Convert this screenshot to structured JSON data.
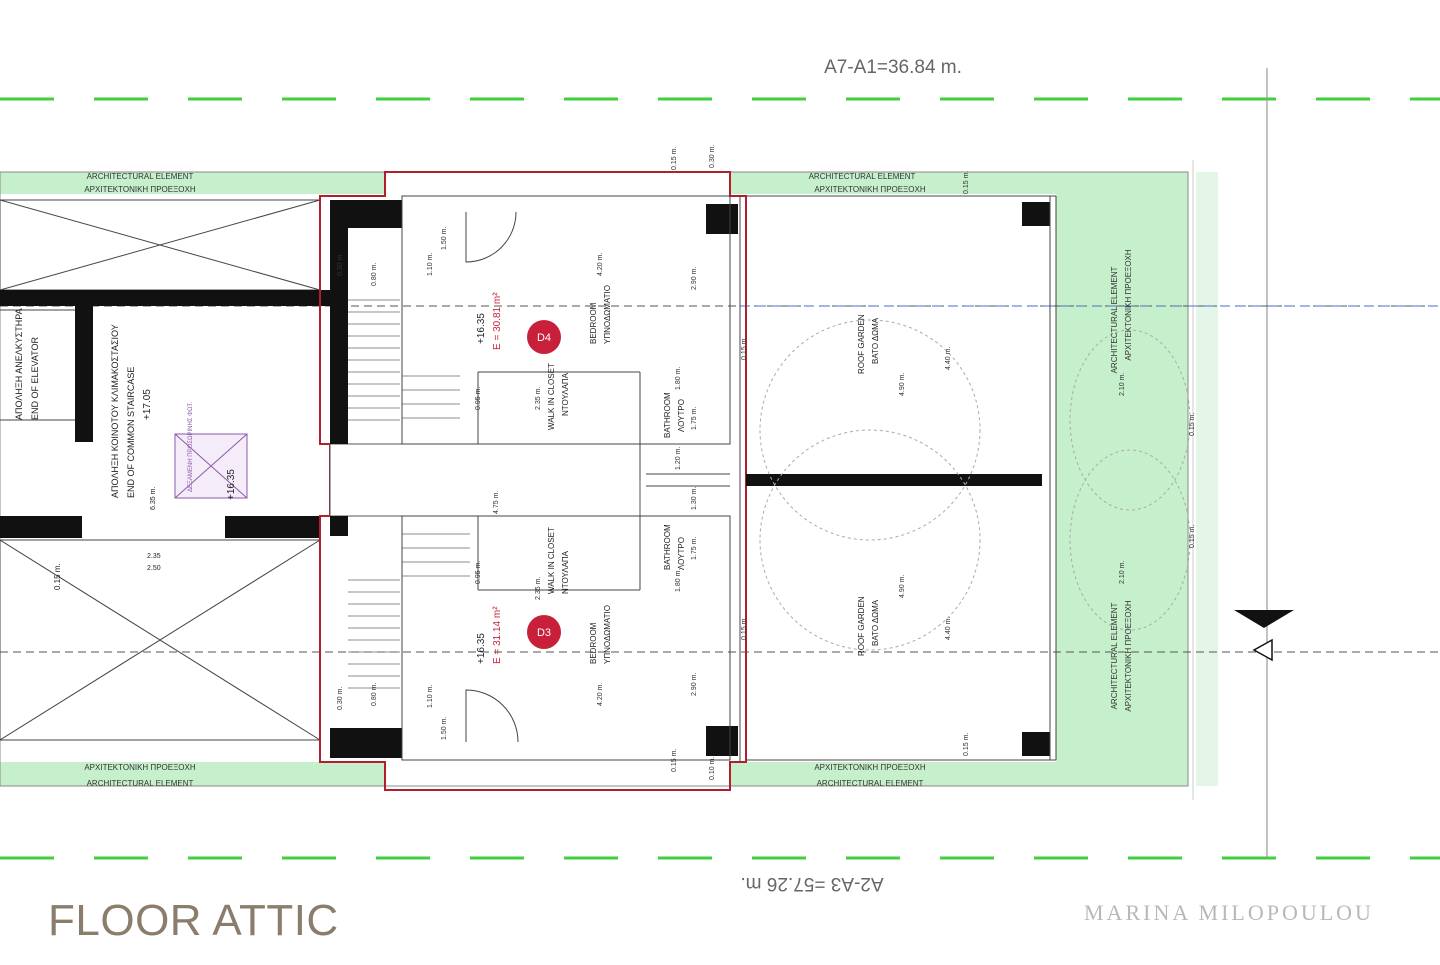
{
  "plan": {
    "title": "FLOOR ATTIC",
    "brand": "MARINA MILOPOULOU",
    "top_dimension": "A7-A1=36.84 m.",
    "bottom_dimension": "A2-A3 =57.26 m."
  },
  "labels": {
    "arch_element_en": "ARCHITECTURAL ELEMENT",
    "arch_element_gr": "ΑΡΧΙΤΕΚΤΟΝΙΚΗ ΠΡΟΕΞΟΧΗ",
    "elevator_gr": "ΑΠΟΛΗΞΗ ΑΝΕΛΚΥΣΤΗΡΑ",
    "elevator_en": "END OF ELEVATOR",
    "staircase_gr": "ΑΠΟΛΗΞΗ ΚΟΙΝΟΤΟΥ ΚΛΙΜΑΚΟΣΤΑΣΙΟΥ",
    "staircase_en": "END OF COMMON STAIRCASE",
    "level_1705": "+17.05",
    "level_1635": "+16.35",
    "bedroom_en": "BEDROOM",
    "bedroom_gr": "ΥΠΝΟΔΩΜΑΤΙΟ",
    "closet_en": "WALK IN CLOSET",
    "closet_gr": "ΝΤΟΥΛΑΠΑ",
    "bath_en": "BATHROOM",
    "bath_gr": "ΛΟΥΤΡΟ",
    "garden_en": "ROOF GARDEN",
    "garden_gr": "ΒΑΤΟ ΔΩΜΑ",
    "d4_tag": "D4",
    "d4_area": "E = 30.81 m²",
    "d3_tag": "D3",
    "d3_area": "E = 31.14 m²",
    "tank_gr": "ΔΕΞΑΜΕΝΗ ΠΡΟΣΩΡΙΝΗΣ ΦΩΤ.",
    "dims": {
      "d015": "0.15 m.",
      "d010": "0.10 m.",
      "d030": "0.30 m.",
      "d150": "1.50 m.",
      "d110": "1.10 m.",
      "d080": "0.80 m.",
      "d420": "4.20 m.",
      "d290": "2.90 m.",
      "d440": "4.40 m.",
      "d490": "4.90 m.",
      "d235": "2.35 m.",
      "d095": "0.95 m.",
      "d180": "1.80 m.",
      "d175": "1.75 m.",
      "d130": "1.30 m.",
      "d120": "1.20 m.",
      "d475": "4.75 m.",
      "d635": "6.35 m.",
      "d210": "2.10 m.",
      "d250": "2.50",
      "d235b": "2.35"
    }
  }
}
